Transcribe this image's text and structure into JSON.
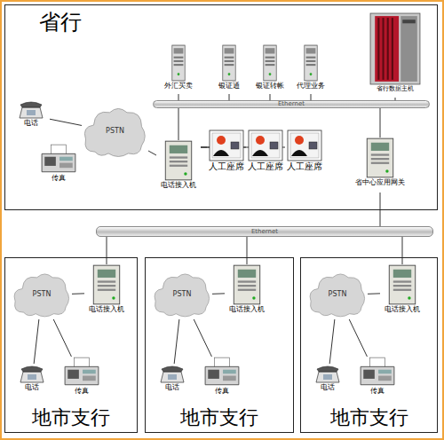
{
  "diagram": {
    "nodes": [
      {
        "text": [
          "省行"
        ]
      },
      {
        "text": [
          "外汇买卖"
        ],
        "in": 0
      },
      {
        "text": [
          "银证通"
        ],
        "in": 0
      },
      {
        "text": [
          "银证转帐"
        ],
        "in": 0
      },
      {
        "text": [
          "代理业务"
        ],
        "in": 0
      },
      {
        "text": [
          "省行数据主机"
        ],
        "in": 0
      },
      {
        "text": [
          "Ethernet"
        ],
        "in": 0
      },
      {
        "text": [
          "电话"
        ],
        "in": 0
      },
      {
        "text": [
          "PSTN"
        ],
        "in": 0
      },
      {
        "text": [
          "传真"
        ],
        "in": 0
      },
      {
        "text": [
          "电话接入机"
        ],
        "in": 0
      },
      {
        "text": [
          "人工座席"
        ],
        "in": 0
      },
      {
        "text": [
          "人工座席"
        ],
        "in": 0
      },
      {
        "text": [
          "人工座席"
        ],
        "in": 0
      },
      {
        "text": [
          "省中心应用网关"
        ],
        "in": 0
      },
      {
        "text": [
          "Ethernet"
        ]
      },
      {
        "text": [
          "地市支行"
        ]
      },
      {
        "text": [
          "PSTN"
        ],
        "in": 16
      },
      {
        "text": [
          "电话接入机"
        ],
        "in": 16
      },
      {
        "text": [
          "电话"
        ],
        "in": 16
      },
      {
        "text": [
          "传真"
        ],
        "in": 16
      },
      {
        "text": [
          "地市支行"
        ]
      },
      {
        "text": [
          "PSTN"
        ],
        "in": 21
      },
      {
        "text": [
          "电话接入机"
        ],
        "in": 21
      },
      {
        "text": [
          "电话"
        ],
        "in": 21
      },
      {
        "text": [
          "传真"
        ],
        "in": 21
      },
      {
        "text": [
          "地市支行"
        ]
      },
      {
        "text": [
          "PSTN"
        ],
        "in": 26
      },
      {
        "text": [
          "电话接入机"
        ],
        "in": 26
      },
      {
        "text": [
          "电话"
        ],
        "in": 26
      },
      {
        "text": [
          "传真"
        ],
        "in": 26
      }
    ],
    "edges": [
      {
        "from": 1,
        "to": 6,
        "arrow": "none"
      },
      {
        "from": 2,
        "to": 6,
        "arrow": "none"
      },
      {
        "from": 3,
        "to": 6,
        "arrow": "none"
      },
      {
        "from": 4,
        "to": 6,
        "arrow": "none"
      },
      {
        "from": 5,
        "to": 6,
        "arrow": "none"
      },
      {
        "from": 7,
        "to": 8,
        "arrow": "none"
      },
      {
        "from": 9,
        "to": 8,
        "arrow": "none"
      },
      {
        "from": 8,
        "to": 10,
        "arrow": "none"
      },
      {
        "from": 10,
        "to": 6,
        "arrow": "none"
      },
      {
        "from": 10,
        "to": 11,
        "arrow": "none"
      },
      {
        "from": 10,
        "to": 12,
        "arrow": "none"
      },
      {
        "from": 10,
        "to": 13,
        "arrow": "none"
      },
      {
        "from": 14,
        "to": 6,
        "arrow": "none"
      },
      {
        "from": 14,
        "to": 15,
        "arrow": "none"
      },
      {
        "from": 15,
        "to": 18,
        "arrow": "none"
      },
      {
        "from": 15,
        "to": 23,
        "arrow": "none"
      },
      {
        "from": 15,
        "to": 28,
        "arrow": "none"
      },
      {
        "from": 17,
        "to": 18,
        "arrow": "none"
      },
      {
        "from": 17,
        "to": 19,
        "arrow": "none"
      },
      {
        "from": 17,
        "to": 20,
        "arrow": "none"
      },
      {
        "from": 22,
        "to": 23,
        "arrow": "none"
      },
      {
        "from": 22,
        "to": 24,
        "arrow": "none"
      },
      {
        "from": 22,
        "to": 25,
        "arrow": "none"
      },
      {
        "from": 27,
        "to": 28,
        "arrow": "none"
      },
      {
        "from": 27,
        "to": 29,
        "arrow": "none"
      },
      {
        "from": 27,
        "to": 30,
        "arrow": "none"
      }
    ]
  }
}
